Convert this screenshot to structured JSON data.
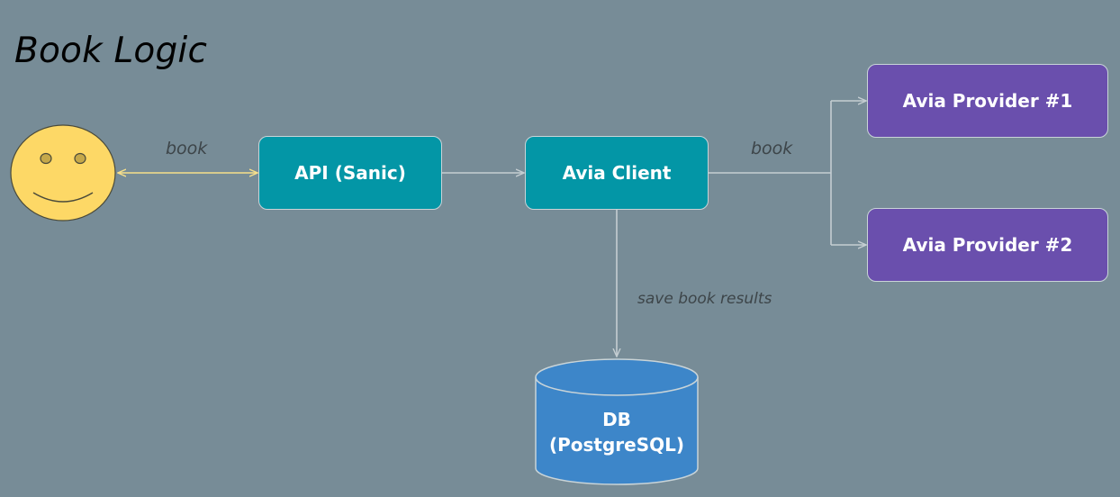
{
  "title": "Book Logic",
  "nodes": {
    "api": "API (Sanic)",
    "client": "Avia Client",
    "provider1": "Avia Provider #1",
    "provider2": "Avia Provider #2",
    "db_line1": "DB",
    "db_line2": "(PostgreSQL)"
  },
  "edges": {
    "user_api": "book",
    "client_providers": "book",
    "client_db": "save book results"
  },
  "colors": {
    "background": "#778c97",
    "service_box": "#0396a6",
    "provider_box": "#6a4fad",
    "database": "#3d86c9",
    "user_face": "#fdd866",
    "user_arrow": "#f7e08a",
    "connector": "#c5ced2"
  },
  "icons": {
    "user": "smiley-face-icon",
    "database": "database-cylinder-icon"
  }
}
